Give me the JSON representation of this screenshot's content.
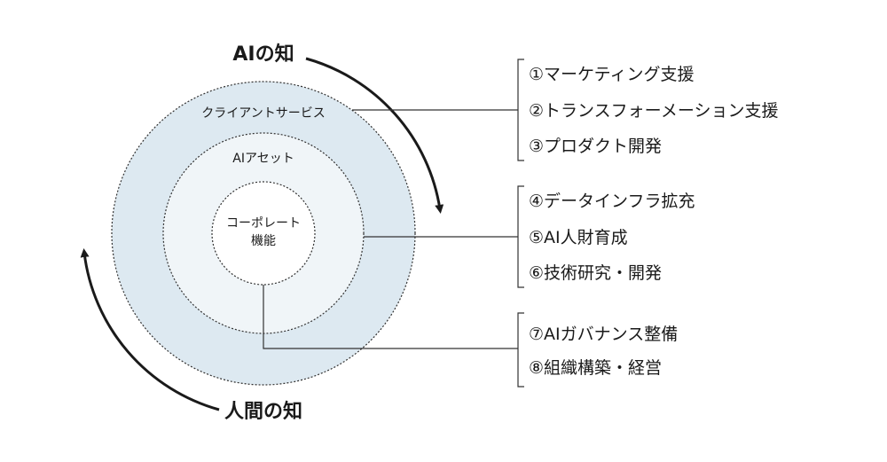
{
  "diagram": {
    "top_label": "AIの知",
    "bottom_label": "人間の知",
    "rings": {
      "outer": "クライアントサービス",
      "middle": "AIアセット",
      "inner_line1": "コーポレート",
      "inner_line2": "機能"
    },
    "colors": {
      "outer_fill": "#dde9f1",
      "middle_fill": "#f0f5f8",
      "inner_fill": "#ffffff",
      "stroke": "#333333"
    },
    "groups": [
      {
        "items": [
          "①マーケティング支援",
          "②トランスフォーメーション支援",
          "③プロダクト開発"
        ]
      },
      {
        "items": [
          "④データインフラ拡充",
          "⑤AI人財育成",
          "⑥技術研究・開発"
        ]
      },
      {
        "items": [
          "⑦AIガバナンス整備",
          "⑧組織構築・経営"
        ]
      }
    ]
  }
}
